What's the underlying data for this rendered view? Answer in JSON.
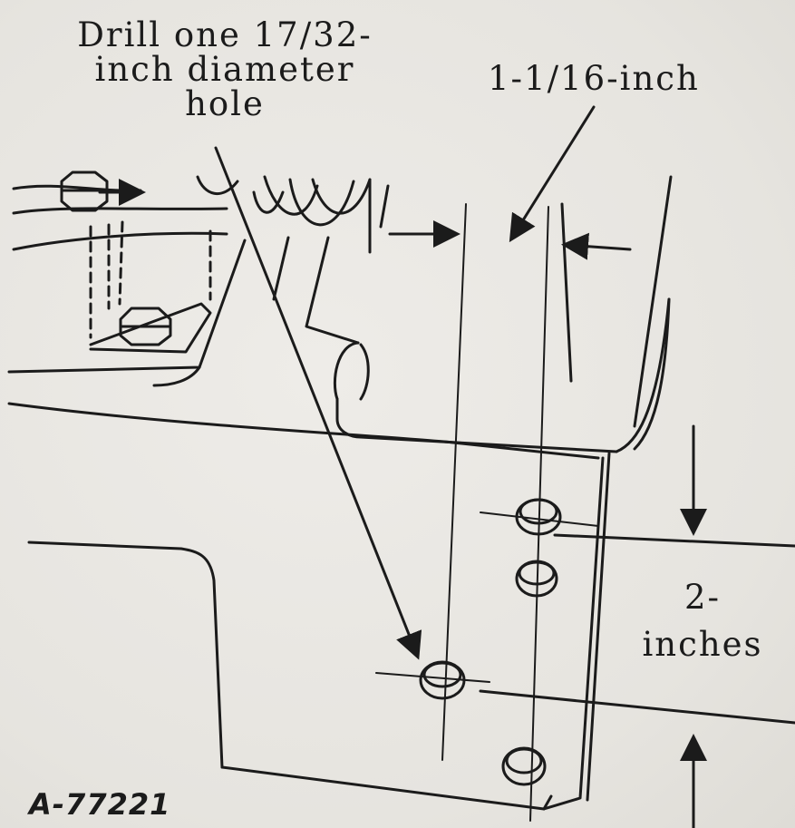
{
  "annotations": {
    "drill_instruction": [
      "Drill one 17/32-",
      "inch diameter",
      "hole"
    ],
    "spacing_dimension": "1-1/16-inch",
    "height_dimension": [
      "2-",
      "inches"
    ]
  },
  "figure_id": "A-77221",
  "colors": {
    "ink": "#1b1b1b",
    "paper": "#e9e7e2"
  }
}
